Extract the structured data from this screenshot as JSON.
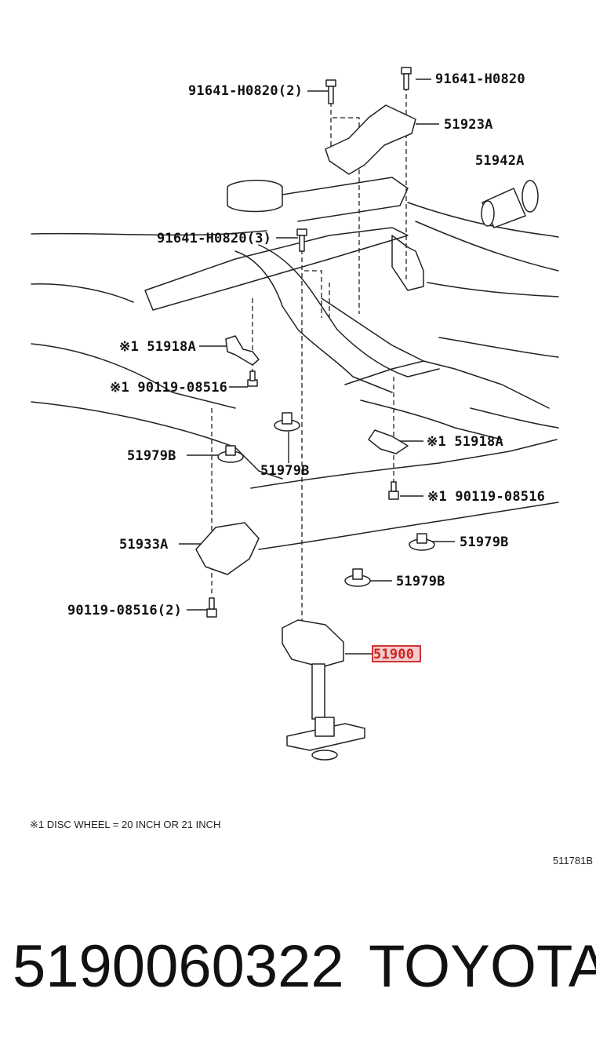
{
  "callouts": {
    "bolt_91641_h0820_2": "91641-H0820(2)",
    "bolt_91641_h0820": "91641-H0820",
    "bracket_51923a": "51923A",
    "sleeve_51942a": "51942A",
    "bolt_91641_h0820_3": "91641-H0820(3)",
    "bracket_51918a_left": "※1 51918A",
    "bolt_90119_08516_left": "※1 90119-08516",
    "cushion_51979b_1": "51979B",
    "cushion_51979b_2": "51979B",
    "bracket_51918a_right": "※1 51918A",
    "bolt_90119_08516_right": "※1 90119-08516",
    "bracket_51933a": "51933A",
    "cushion_51979b_3": "51979B",
    "cushion_51979b_4": "51979B",
    "bolt_90119_08516_2": "90119-08516(2)",
    "carrier_51900": "51900"
  },
  "highlight_color": "#cc2222",
  "note": "※1 DISC WHEEL = 20 INCH OR 21 INCH",
  "illustration_code": "511781B",
  "footer": {
    "part_number": "5190060322",
    "brand": "TOYOTA"
  }
}
